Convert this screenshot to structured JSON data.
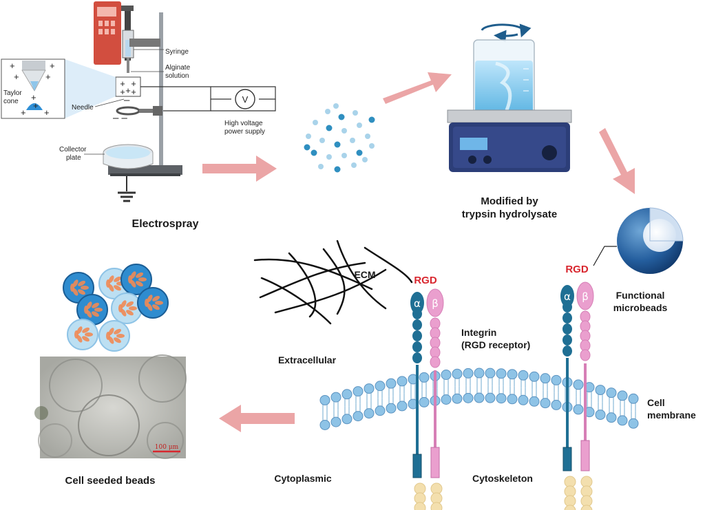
{
  "electrospray": {
    "title": "Electrospray",
    "syringe": "Syringe",
    "alginate_line1": "Alginate",
    "alginate_line2": "solution",
    "taylor_line1": "Taylor",
    "taylor_line2": "cone",
    "needle": "Needle",
    "voltmeter": "V",
    "power_line1": "High voltage",
    "power_line2": "power supply",
    "collector_line1": "Collector",
    "collector_line2": "plate"
  },
  "modification": {
    "line1": "Modified by",
    "line2": "trypsin hydrolysate"
  },
  "microbeads": {
    "rgd": "RGD",
    "line1": "Functional",
    "line2": "microbeads"
  },
  "membrane": {
    "ecm": "ECM",
    "rgd": "RGD",
    "alpha": "α",
    "beta": "β",
    "integrin_line1": "Integrin",
    "integrin_line2": "(RGD receptor)",
    "extracellular": "Extracellular",
    "cell_line1": "Cell",
    "cell_line2": "membrane",
    "cytoplasmic": "Cytoplasmic",
    "cytoskeleton": "Cytoskeleton"
  },
  "result": {
    "title": "Cell seeded beads",
    "scale_bar": "100 μm"
  },
  "colors": {
    "arrow": "#eba5a6",
    "bead_light": "#a9d3ea",
    "bead_dark": "#2f8fc0",
    "alpha_chain": "#1f6f94",
    "beta_chain": "#ea9fce",
    "lipid_head": "#8ec3e6",
    "rgd": "#d8262e",
    "cytoskeleton": "#f3dfae"
  }
}
